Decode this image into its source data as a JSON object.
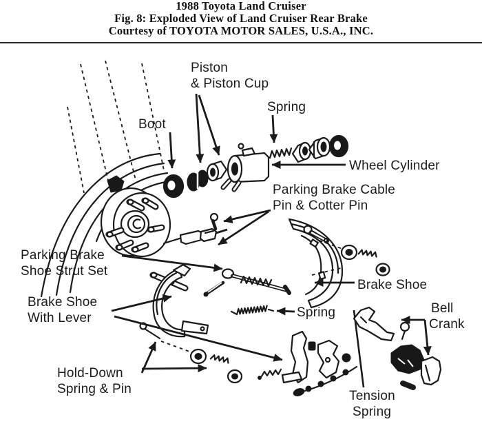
{
  "header": {
    "title": "1988 Toyota Land Cruiser",
    "figure_caption": "Fig. 8: Exploded View of Land Cruiser Rear Brake",
    "courtesy": "Courtesy of TOYOTA MOTOR SALES, U.S.A., INC."
  },
  "diagram": {
    "ink_color": "#1b1b1b",
    "background": "#ffffff",
    "labels": {
      "piston": {
        "line1": "Piston",
        "line2": "& Piston Cup"
      },
      "boot": {
        "text": "Boot"
      },
      "spring_top": {
        "text": "Spring"
      },
      "wheel_cylinder": {
        "text": "Wheel Cylinder"
      },
      "parking_brake_cable": {
        "line1": "Parking Brake Cable",
        "line2": "Pin & Cotter Pin"
      },
      "strut_set": {
        "line1": "Parking Brake",
        "line2": "Shoe Strut Set"
      },
      "brake_shoe": {
        "text": "Brake Shoe"
      },
      "brake_shoe_with_lever": {
        "line1": "Brake Shoe",
        "line2": "With Lever"
      },
      "spring_mid": {
        "text": "Spring"
      },
      "bell_crank": {
        "line1": "Bell",
        "line2": "Crank"
      },
      "hold_down": {
        "line1": "Hold-Down",
        "line2": "Spring & Pin"
      },
      "tension_spring": {
        "line1": "Tension",
        "line2": "Spring"
      }
    }
  }
}
